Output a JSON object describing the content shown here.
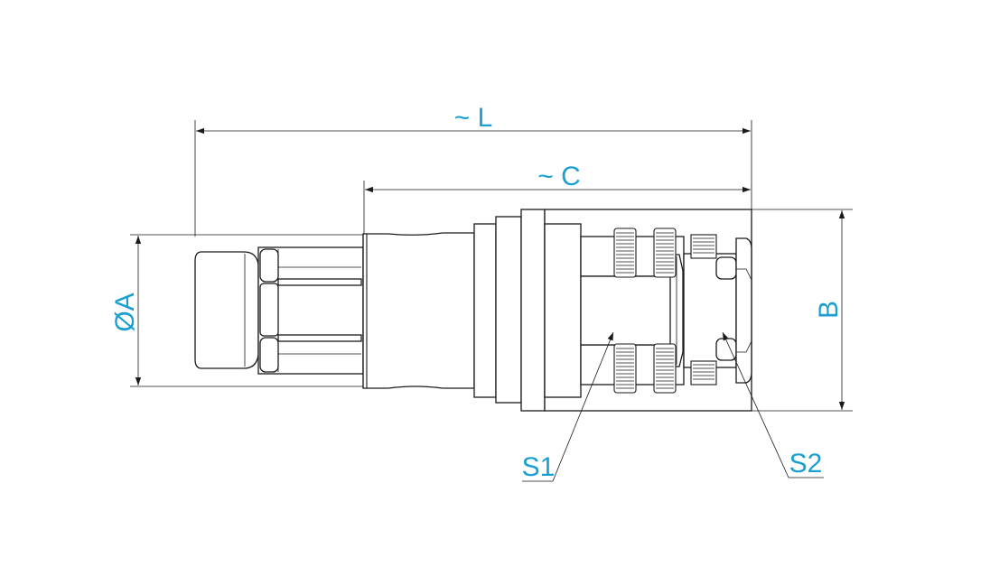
{
  "colors": {
    "label": "#1a9fd0",
    "line": "#1a1a1a"
  },
  "labels": {
    "length_total": "~ L",
    "length_c": "~ C",
    "diameter_a": "ØA",
    "height_b": "B",
    "wrench_s1": "S1",
    "wrench_s2": "S2"
  }
}
